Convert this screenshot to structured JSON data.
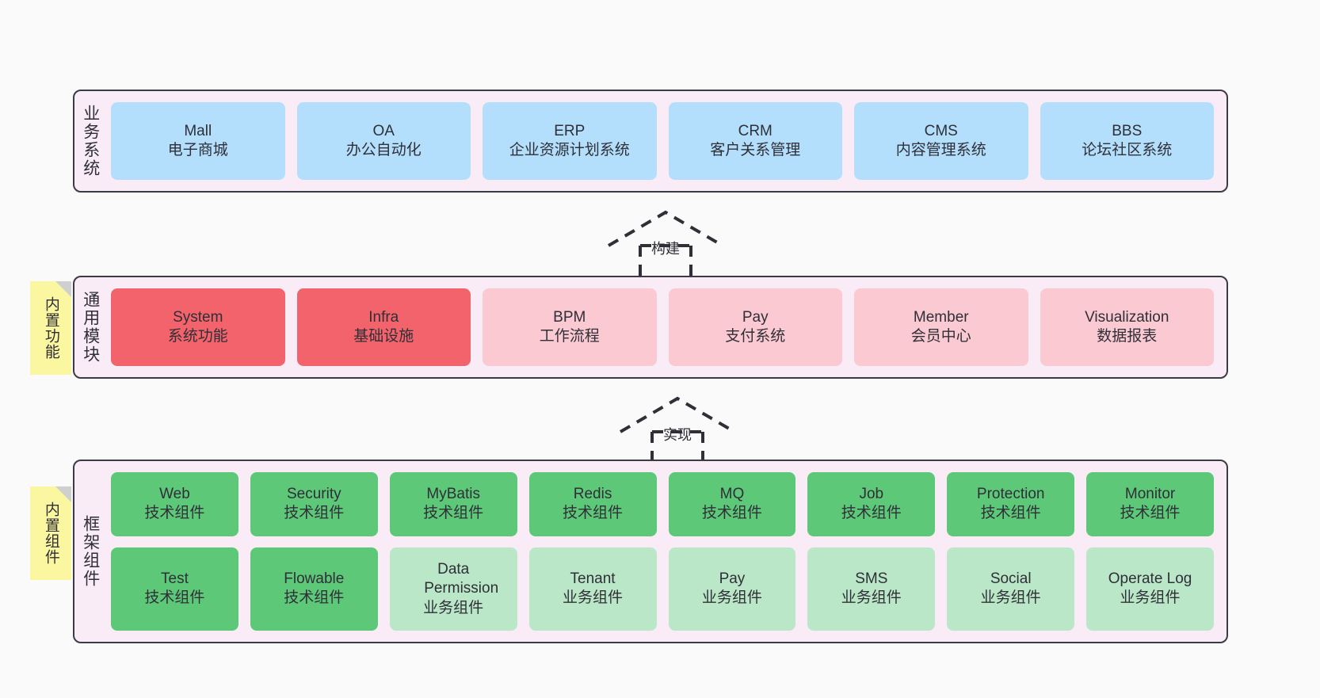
{
  "diagram": {
    "title": "",
    "background": "#fafafa",
    "panel_bg": "#f9ecf6",
    "panel_border": "#3b3b47",
    "note_bg": "#fbf6a0"
  },
  "layers": [
    {
      "key": "business",
      "label": "业务系统",
      "accent": "#b3dffc",
      "rows": [
        {
          "cards": [
            {
              "t1": "Mall",
              "t2": "电子商城",
              "style": "c-blue"
            },
            {
              "t1": "OA",
              "t2": "办公自动化",
              "style": "c-blue"
            },
            {
              "t1": "ERP",
              "t2": "企业资源计划系统",
              "style": "c-blue"
            },
            {
              "t1": "CRM",
              "t2": "客户关系管理",
              "style": "c-blue"
            },
            {
              "t1": "CMS",
              "t2": "内容管理系统",
              "style": "c-blue"
            },
            {
              "t1": "BBS",
              "t2": "论坛社区系统",
              "style": "c-blue"
            }
          ]
        }
      ]
    },
    {
      "key": "common",
      "label": "通用模块",
      "note": "内置功能",
      "accent": "#f2636b",
      "rows": [
        {
          "cards": [
            {
              "t1": "System",
              "t2": "系统功能",
              "style": "c-red"
            },
            {
              "t1": "Infra",
              "t2": "基础设施",
              "style": "c-red"
            },
            {
              "t1": "BPM",
              "t2": "工作流程",
              "style": "c-pink"
            },
            {
              "t1": "Pay",
              "t2": "支付系统",
              "style": "c-pink"
            },
            {
              "t1": "Member",
              "t2": "会员中心",
              "style": "c-pink"
            },
            {
              "t1": "Visualization",
              "t2": "数据报表",
              "style": "c-pink"
            }
          ]
        }
      ]
    },
    {
      "key": "framework",
      "label": "框架组件",
      "note": "内置组件",
      "accent": "#5dc878",
      "rows": [
        {
          "cards": [
            {
              "t1": "Web",
              "t2": "技术组件",
              "style": "c-green"
            },
            {
              "t1": "Security",
              "t2": "技术组件",
              "style": "c-green"
            },
            {
              "t1": "MyBatis",
              "t2": "技术组件",
              "style": "c-green"
            },
            {
              "t1": "Redis",
              "t2": "技术组件",
              "style": "c-green"
            },
            {
              "t1": "MQ",
              "t2": "技术组件",
              "style": "c-green"
            },
            {
              "t1": "Job",
              "t2": "技术组件",
              "style": "c-green"
            },
            {
              "t1": "Protection",
              "t2": "技术组件",
              "style": "c-green"
            },
            {
              "t1": "Monitor",
              "t2": "技术组件",
              "style": "c-green"
            }
          ]
        },
        {
          "cards": [
            {
              "t1": "Test",
              "t2": "技术组件",
              "style": "c-green"
            },
            {
              "t1": "Flowable",
              "t2": "技术组件",
              "style": "c-green"
            },
            {
              "t1": "Data Permission",
              "t2": "业务组件",
              "style": "c-greenlight"
            },
            {
              "t1": "Tenant",
              "t2": "业务组件",
              "style": "c-greenlight"
            },
            {
              "t1": "Pay",
              "t2": "业务组件",
              "style": "c-greenlight"
            },
            {
              "t1": "SMS",
              "t2": "业务组件",
              "style": "c-greenlight"
            },
            {
              "t1": "Social",
              "t2": "业务组件",
              "style": "c-greenlight"
            },
            {
              "t1": "Operate Log",
              "t2": "业务组件",
              "style": "c-greenlight"
            }
          ]
        }
      ]
    }
  ],
  "connectors": [
    {
      "key": "build",
      "label": "构建",
      "from": "common",
      "to": "business",
      "style": "dashed-hollow-arrow"
    },
    {
      "key": "implement",
      "label": "实现",
      "from": "framework",
      "to": "common",
      "style": "dashed-hollow-arrow"
    }
  ]
}
